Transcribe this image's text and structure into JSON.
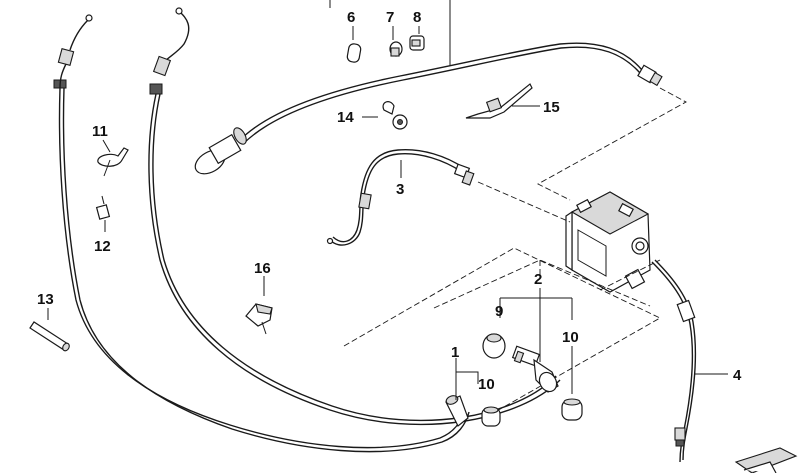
{
  "callouts": {
    "c1": "1",
    "c2": "2",
    "c3": "3",
    "c4": "4",
    "c6": "6",
    "c7": "7",
    "c8": "8",
    "c9": "9",
    "c10a": "10",
    "c10b": "10",
    "c11": "11",
    "c12": "12",
    "c13": "13",
    "c14": "14",
    "c15": "15",
    "c16": "16"
  },
  "colors": {
    "line": "#1a1a1a",
    "background": "#ffffff",
    "part_fill": "#ffffff",
    "part_shade": "#d9d9d9"
  }
}
